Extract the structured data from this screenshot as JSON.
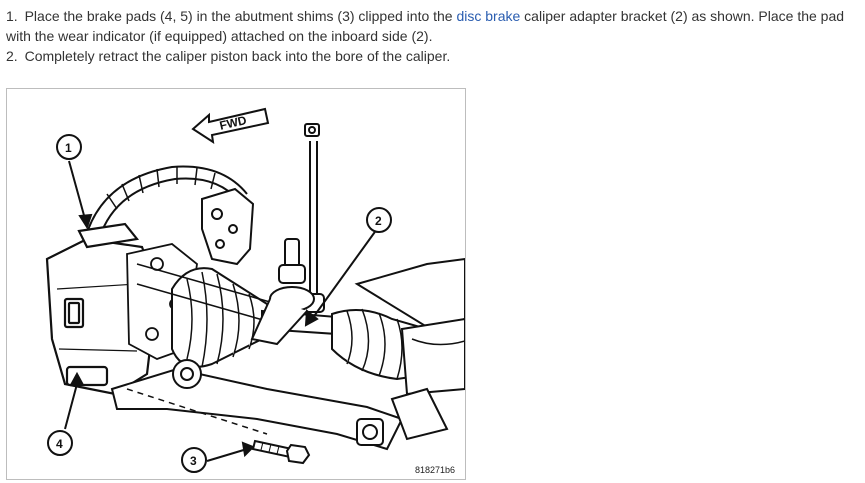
{
  "steps": [
    {
      "number": "1.",
      "text_before": "Place the brake pads (4, 5) in the abutment shims (3) clipped into the ",
      "link": "disc brake",
      "text_after": " caliper adapter bracket (2) as shown. Place the pad with the wear indicator (if equipped) attached on the inboard side (2)."
    },
    {
      "number": "2.",
      "text": "Completely retract the caliper piston back into the bore of the caliper."
    }
  ],
  "figure": {
    "id": "818271b6",
    "direction_label": "FWD",
    "callouts": [
      "1",
      "2",
      "3",
      "4"
    ]
  },
  "colors": {
    "link": "#2a5db0",
    "text": "#333333"
  }
}
